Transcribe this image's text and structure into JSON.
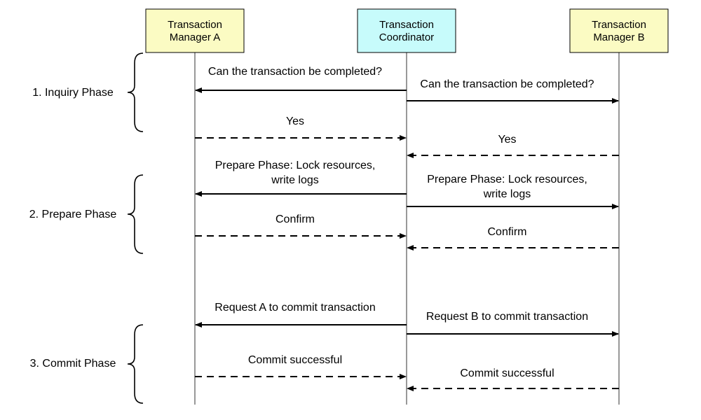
{
  "participants": [
    {
      "id": "A",
      "lines": [
        "Transaction",
        "Manager A"
      ],
      "fill": "#fbfbc3"
    },
    {
      "id": "C",
      "lines": [
        "Transaction",
        "Coordinator"
      ],
      "fill": "#c7fbfb"
    },
    {
      "id": "B",
      "lines": [
        "Transaction",
        "Manager B"
      ],
      "fill": "#fbfbc3"
    }
  ],
  "phases": [
    {
      "label": "1. Inquiry Phase"
    },
    {
      "label": "2. Prepare Phase"
    },
    {
      "label": "3. Commit Phase"
    }
  ],
  "messages": [
    {
      "from": "C",
      "to": "A",
      "style": "solid",
      "lines": [
        "Can the transaction be completed?"
      ]
    },
    {
      "from": "C",
      "to": "B",
      "style": "solid",
      "lines": [
        "Can the transaction be completed?"
      ]
    },
    {
      "from": "A",
      "to": "C",
      "style": "dashed",
      "lines": [
        "Yes"
      ]
    },
    {
      "from": "B",
      "to": "C",
      "style": "dashed",
      "lines": [
        "Yes"
      ]
    },
    {
      "from": "C",
      "to": "A",
      "style": "solid",
      "lines": [
        "Prepare Phase: Lock resources,",
        "write logs"
      ]
    },
    {
      "from": "C",
      "to": "B",
      "style": "solid",
      "lines": [
        "Prepare Phase: Lock resources,",
        "write logs"
      ]
    },
    {
      "from": "A",
      "to": "C",
      "style": "dashed",
      "lines": [
        "Confirm"
      ]
    },
    {
      "from": "B",
      "to": "C",
      "style": "dashed",
      "lines": [
        "Confirm"
      ]
    },
    {
      "from": "C",
      "to": "A",
      "style": "solid",
      "lines": [
        "Request A to commit transaction"
      ]
    },
    {
      "from": "C",
      "to": "B",
      "style": "solid",
      "lines": [
        "Request B to commit transaction"
      ]
    },
    {
      "from": "A",
      "to": "C",
      "style": "dashed",
      "lines": [
        "Commit successful"
      ]
    },
    {
      "from": "B",
      "to": "C",
      "style": "dashed",
      "lines": [
        "Commit successful"
      ]
    }
  ]
}
